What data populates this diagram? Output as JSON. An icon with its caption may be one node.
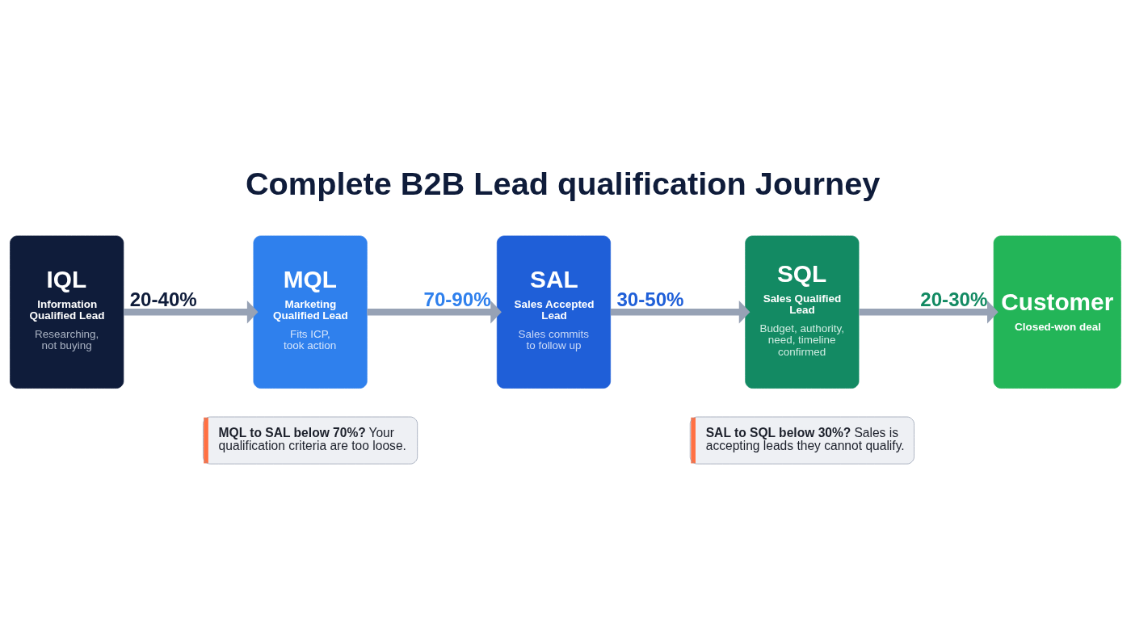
{
  "diagram": {
    "title": "Complete B2B Lead qualification Journey",
    "nodes": [
      {
        "text": [
          "IQL",
          "Information Qualified Lead",
          "Researching, not buying"
        ]
      },
      {
        "text": [
          "MQL",
          "Marketing Qualified Lead",
          "Fits ICP, took action"
        ]
      },
      {
        "text": [
          "SAL",
          "Sales Accepted Lead",
          "Sales commits to follow up"
        ]
      },
      {
        "text": [
          "SQL",
          "Sales Qualified Lead",
          "Budget, authority, need, timeline confirmed"
        ]
      },
      {
        "text": [
          "Customer",
          "Closed-won deal"
        ]
      },
      {
        "text": [
          "**MQL to SAL below 70%?** Your qualification criteria are too loose."
        ]
      },
      {
        "text": [
          "**SAL to SQL below 30%?** Sales is accepting leads they cannot qualify."
        ]
      }
    ],
    "edges": [
      {
        "from": 0,
        "to": 1,
        "arrow": "to",
        "label": "20-40%"
      },
      {
        "from": 1,
        "to": 2,
        "arrow": "to",
        "label": "70-90%"
      },
      {
        "from": 2,
        "to": 3,
        "arrow": "to",
        "label": "30-50%"
      },
      {
        "from": 3,
        "to": 4,
        "arrow": "to",
        "label": "20-30%"
      }
    ]
  }
}
